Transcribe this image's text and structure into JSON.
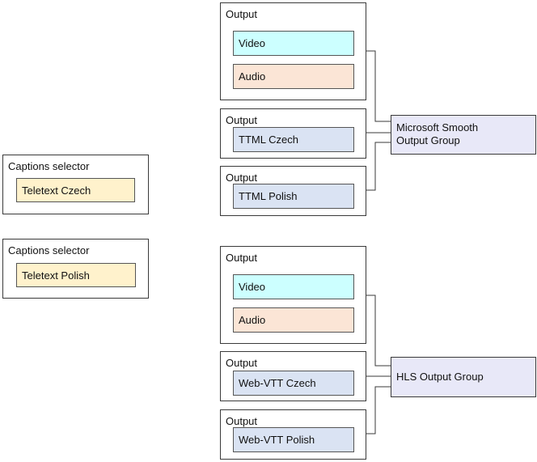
{
  "captions_selectors": [
    {
      "title": "Captions selector",
      "track": "Teletext Czech"
    },
    {
      "title": "Captions selector",
      "track": "Teletext Polish"
    }
  ],
  "smooth": {
    "outputs": [
      {
        "title": "Output",
        "items": [
          "Video",
          "Audio"
        ]
      },
      {
        "title": "Output",
        "items": [
          "TTML Czech"
        ]
      },
      {
        "title": "Output",
        "items": [
          "TTML Polish"
        ]
      }
    ],
    "group_line1": "Microsoft Smooth",
    "group_line2": "Output Group"
  },
  "hls": {
    "outputs": [
      {
        "title": "Output",
        "items": [
          "Video",
          "Audio"
        ]
      },
      {
        "title": "Output",
        "items": [
          "Web-VTT Czech"
        ]
      },
      {
        "title": "Output",
        "items": [
          "Web-VTT Polish"
        ]
      }
    ],
    "group_label": "HLS Output Group"
  },
  "colors": {
    "caption_fill": "#fff2cc",
    "video_fill": "#ccffff",
    "audio_fill": "#fbe5d6",
    "track_fill": "#dae3f3",
    "group_fill": "#e8e8f8",
    "line": "#3a3a3a"
  }
}
